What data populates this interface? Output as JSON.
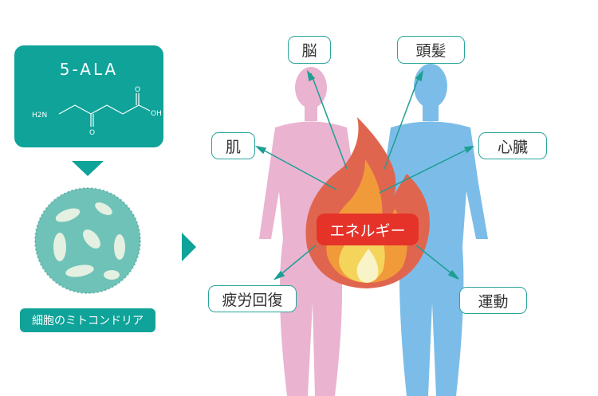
{
  "molecule": {
    "title": "5-ALA",
    "h2n": "H2N",
    "o": "O",
    "oh": "OH"
  },
  "mitochondria_label": "細胞のミトコンドリア",
  "center_label": "エネルギー",
  "targets": {
    "brain": "脳",
    "hair": "頭髪",
    "skin": "肌",
    "heart": "心臓",
    "fatigue": "疲労回復",
    "exercise": "運動"
  },
  "colors": {
    "teal": "#0fa399",
    "pink": "#eab3d0",
    "blue": "#7bbde8",
    "flame_outer": "#e0654f",
    "flame_mid": "#f19a3a",
    "flame_inner": "#f5d45c",
    "energy": "#e5332a"
  }
}
